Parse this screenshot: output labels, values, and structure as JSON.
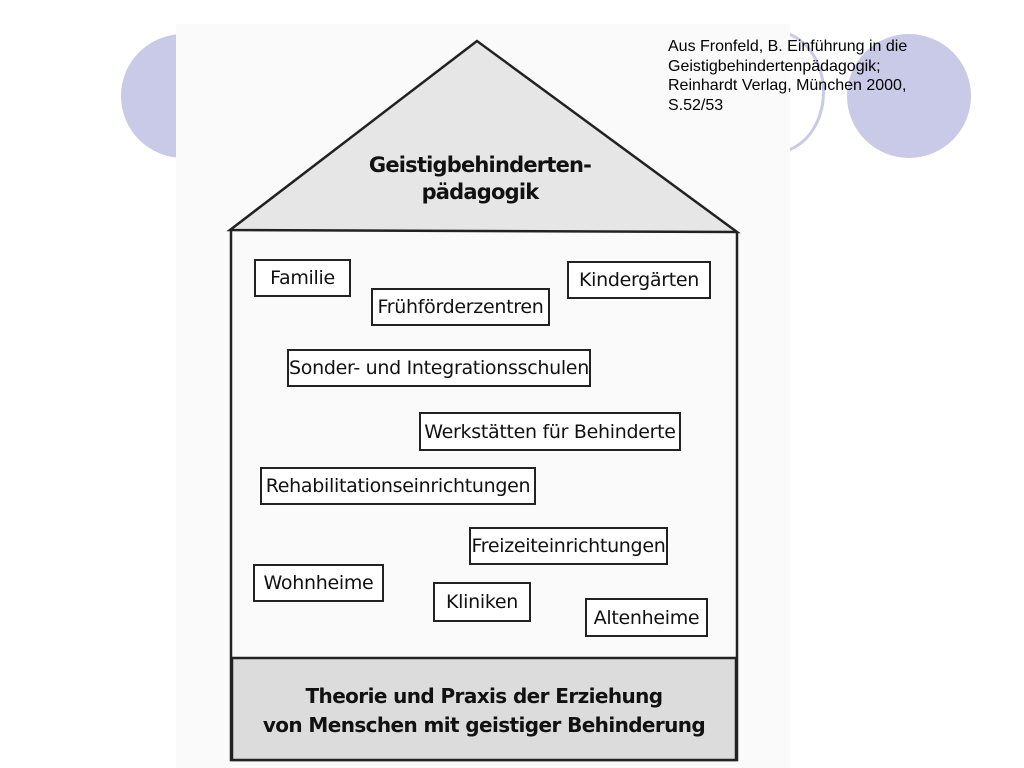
{
  "citation": {
    "line1": "Aus Fronfeld, B. Einführung in die",
    "line2": "Geistigbehindertenpädagogik;",
    "line3": "Reinhardt Verlag, München 2000,",
    "line4": "S.52/53"
  },
  "roof": {
    "line1": "Geistigbehinderten-",
    "line2": "pädagogik"
  },
  "institutions": [
    "Familie",
    "Kindergärten",
    "Frühförderzentren",
    "Sonder- und Integrationsschulen",
    "Werkstätten für Behinderte",
    "Rehabilitationseinrichtungen",
    "Freizeiteinrichtungen",
    "Wohnheime",
    "Kliniken",
    "Altenheime"
  ],
  "foundation": {
    "line1": "Theorie und Praxis der Erziehung",
    "line2": "von Menschen mit geistiger Behinderung"
  },
  "colors": {
    "decoration": "#c9cae8",
    "roof_fill": "#e6e6e6",
    "foundation_fill": "#dcdcdc",
    "outline": "#222222"
  }
}
